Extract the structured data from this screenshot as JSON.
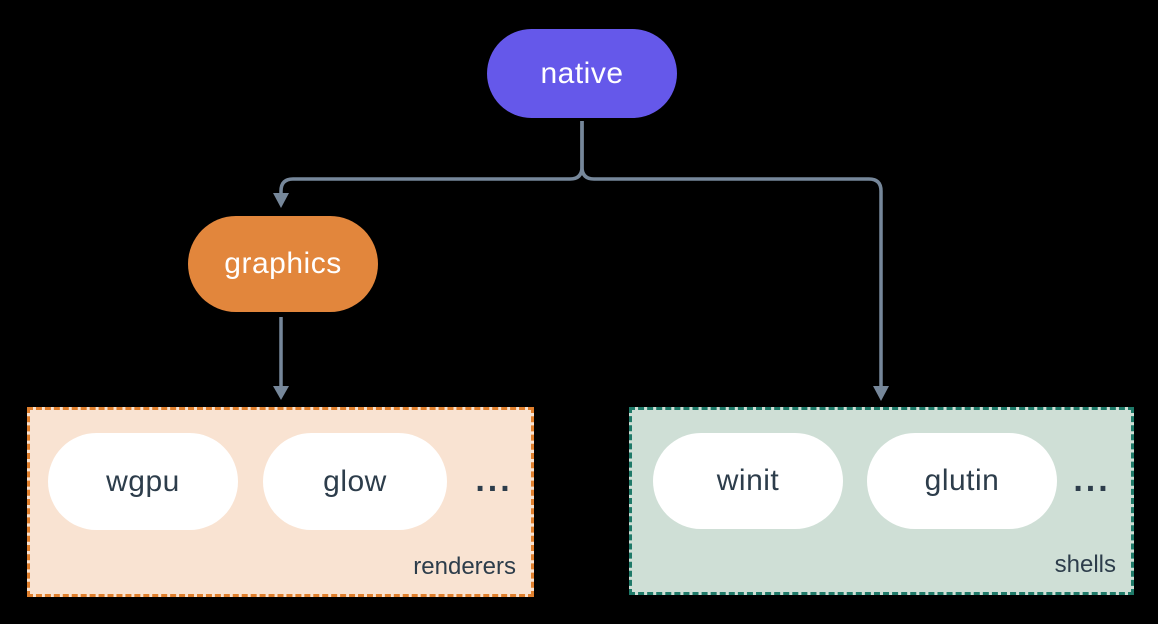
{
  "diagram_type": "architecture-tree",
  "nodes": {
    "native": {
      "label": "native",
      "color": "#6558ea",
      "text_color": "#ffffff"
    },
    "graphics": {
      "label": "graphics",
      "color": "#e2863c",
      "text_color": "#ffffff"
    }
  },
  "groups": [
    {
      "label": "renderers",
      "background": "#f9e3d2",
      "border_color": "#e0802e",
      "border_style": "dashed",
      "pills": [
        {
          "label": "wgpu"
        },
        {
          "label": "glow"
        }
      ],
      "ellipsis": "..."
    },
    {
      "label": "shells",
      "background": "#cfdfd6",
      "border_color": "#1f7a69",
      "border_style": "dashed",
      "pills": [
        {
          "label": "winit"
        },
        {
          "label": "glutin"
        }
      ],
      "ellipsis": "..."
    }
  ],
  "edges": [
    {
      "from": "native",
      "to": "graphics"
    },
    {
      "from": "native",
      "to": "shells"
    },
    {
      "from": "graphics",
      "to": "renderers"
    }
  ],
  "colors": {
    "background": "#000000",
    "connector": "#76879a",
    "label_text": "#2d3d4b",
    "pill_text_on_white": "#2d3d4b"
  }
}
